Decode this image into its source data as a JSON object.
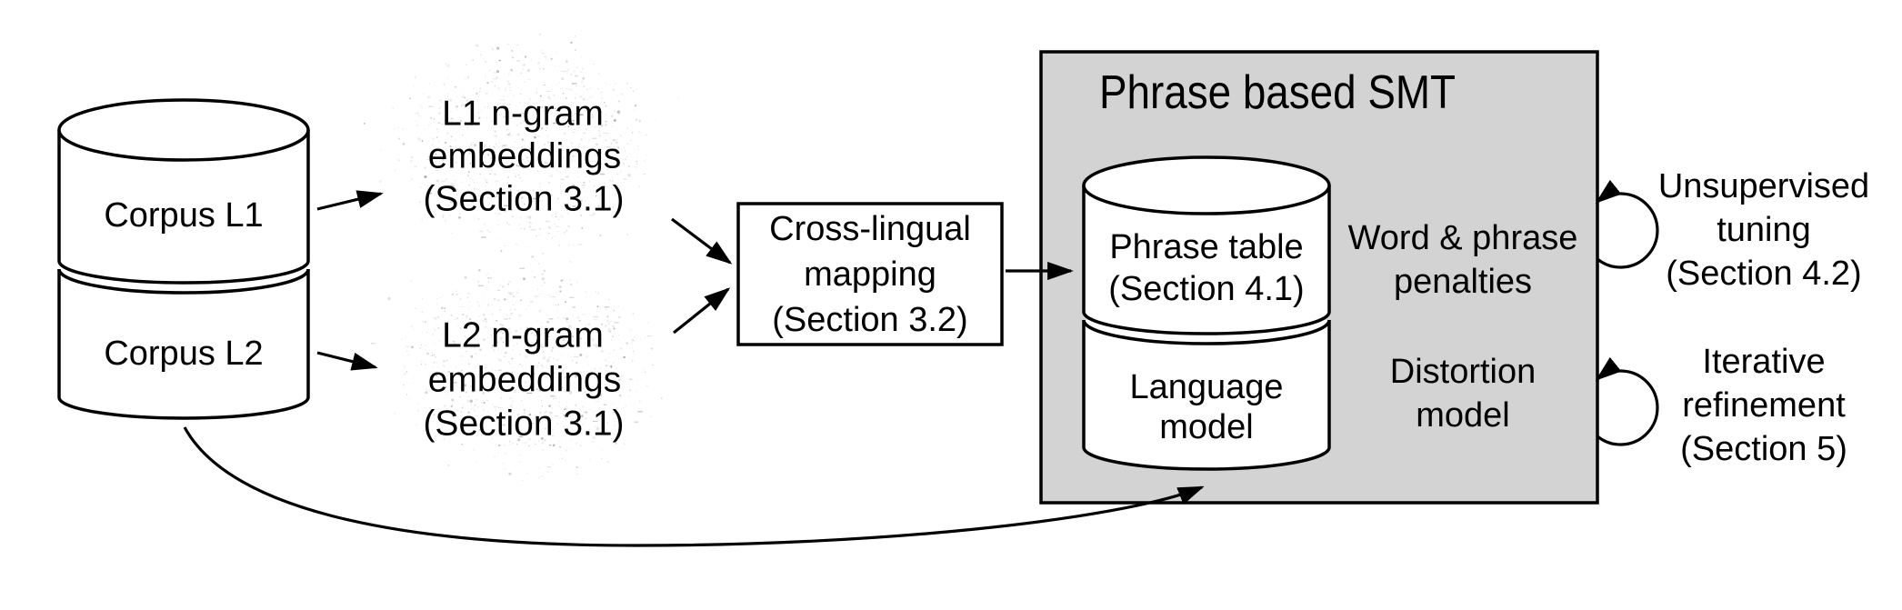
{
  "nodes": {
    "corpus_l1": "Corpus L1",
    "corpus_l2": "Corpus L2",
    "embeddings_l1": [
      "L1 n-gram",
      "embeddings",
      "(Section 3.1)"
    ],
    "embeddings_l2": [
      "L2 n-gram",
      "embeddings",
      "(Section 3.1)"
    ],
    "mapping": [
      "Cross-lingual",
      "mapping",
      "(Section 3.2)"
    ],
    "smt_title": "Phrase based SMT",
    "phrase_table": [
      "Phrase table",
      "(Section 4.1)"
    ],
    "language_model": [
      "Language",
      "model"
    ],
    "word_phrase_penalties": [
      "Word & phrase",
      "penalties"
    ],
    "distortion_model": [
      "Distortion",
      "model"
    ],
    "unsupervised_tuning": [
      "Unsupervised",
      "tuning",
      "(Section 4.2)"
    ],
    "iterative_refinement": [
      "Iterative",
      "refinement",
      "(Section 5)"
    ]
  },
  "colors": {
    "smt_box_fill": "#d3d3d3",
    "stroke": "#000000",
    "background": "#ffffff",
    "speckle": "#6e6e6e"
  }
}
